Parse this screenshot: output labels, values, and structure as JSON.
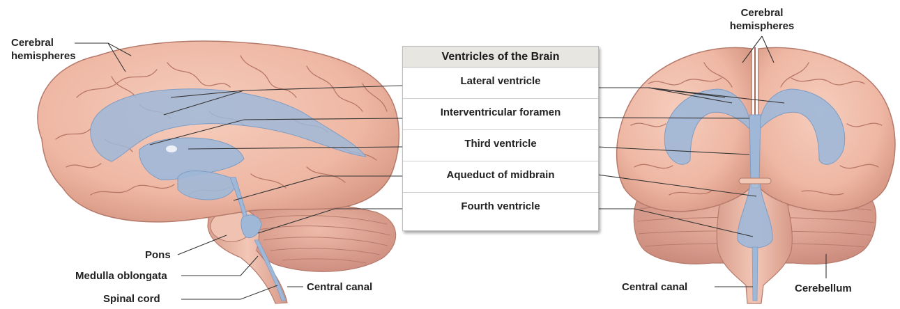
{
  "legend": {
    "title": "Ventricles of the Brain",
    "items": [
      "Lateral ventricle",
      "Interventricular foramen",
      "Third ventricle",
      "Aqueduct of midbrain",
      "Fourth ventricle"
    ]
  },
  "left_view": {
    "labels": {
      "cerebral_hemispheres_1": "Cerebral",
      "cerebral_hemispheres_2": "hemispheres",
      "pons": "Pons",
      "medulla_oblongata": "Medulla oblongata",
      "spinal_cord": "Spinal cord",
      "central_canal": "Central canal"
    }
  },
  "right_view": {
    "labels": {
      "cerebral_hemispheres_1": "Cerebral",
      "cerebral_hemispheres_2": "hemispheres",
      "central_canal": "Central canal",
      "cerebellum": "Cerebellum"
    }
  },
  "colors": {
    "brain_fill": "#f0bca8",
    "brain_shadow": "#d99a86",
    "sulci": "#b87766",
    "ventricle_fill": "#9fb8d8",
    "cerebellum_fill": "#e3a897",
    "leader_line": "#333333"
  }
}
